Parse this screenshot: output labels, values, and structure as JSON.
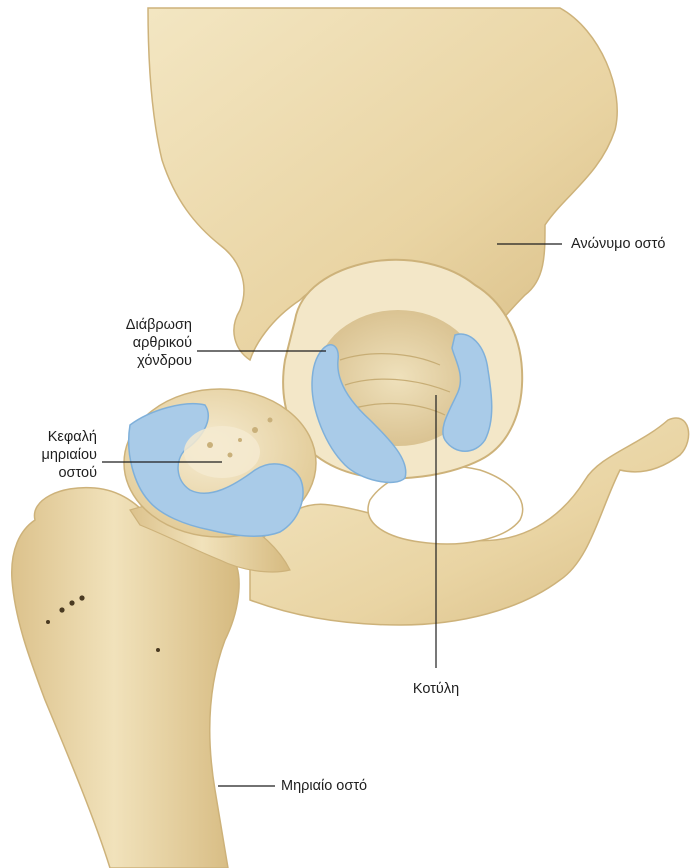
{
  "labels": {
    "innominate": "Ανώνυμο οστό",
    "erosion": [
      "Διάβρωση",
      "αρθρικού",
      "χόνδρου"
    ],
    "femoral_head": [
      "Κεφαλή",
      "μηριαίου",
      "οστού"
    ],
    "acetabulum": "Κοτύλη",
    "femur": "Μηριαίο οστό"
  },
  "colors": {
    "bone": "#eedcb0",
    "bone_shadow": "#d9bf86",
    "cartilage": "#a9cbe8",
    "cartilage_edge": "#7fb0da",
    "spongy": "#f4ead0",
    "leader": "#1e1e1e"
  }
}
